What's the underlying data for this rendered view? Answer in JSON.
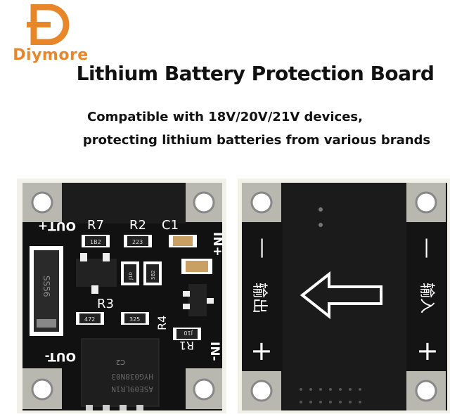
{
  "brand": {
    "name": "Diymore",
    "mark_letter": "D",
    "color": "#e8872a"
  },
  "title": "Lithium Battery Protection Board",
  "subtitle": {
    "line1": "Compatible with 18V/20V/21V devices,",
    "line2": "protecting lithium batteries from various brands"
  },
  "front_board": {
    "labels": {
      "out_plus": "OUT+",
      "out_minus": "OUT-",
      "in_plus": "IN+",
      "in_minus": "IN-",
      "r7": "R7",
      "r2": "R2",
      "c1": "C1",
      "r3": "R3",
      "r4": "R4",
      "r1": "R1",
      "c2": "C2"
    },
    "component_codes": {
      "r7": "1B2",
      "r2": "223",
      "d_small": "J10",
      "d_small2": "5B2",
      "r3": "472",
      "r4": "325",
      "r1": "J10",
      "diode": "SS56",
      "chip_line1": "HYG038N03",
      "chip_line2": "ASE09LR1N"
    }
  },
  "back_board": {
    "labels": {
      "output_cn": "输出",
      "input_cn": "输入",
      "minus_left": "—",
      "minus_right": "—",
      "plus_left": "+",
      "plus_right": "+"
    }
  }
}
